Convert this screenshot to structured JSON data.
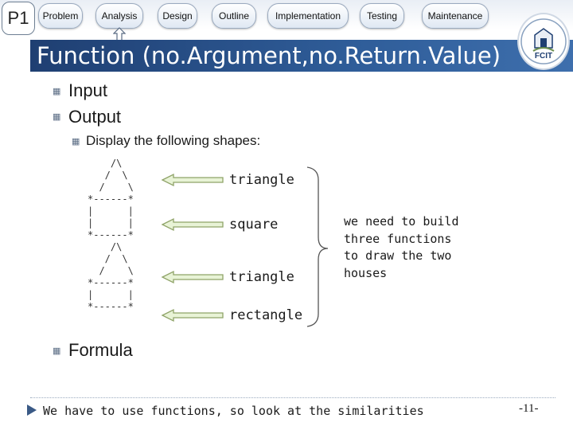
{
  "nav": {
    "badge": "P1",
    "tabs": [
      {
        "label": "Problem"
      },
      {
        "label": "Analysis"
      },
      {
        "label": "Design"
      },
      {
        "label": "Outline"
      },
      {
        "label": "Implementation"
      },
      {
        "label": "Testing"
      },
      {
        "label": "Maintenance"
      }
    ],
    "current_marker_icon": "up-arrow-icon"
  },
  "slide": {
    "title": "Function (no.Argument,no.Return.Value)",
    "logo_text": "FCIT",
    "bullets": {
      "input": "Input",
      "output": "Output",
      "display": "Display the following shapes:",
      "formula": "Formula"
    },
    "ascii_art": "    /\\\n   /  \\\n  /    \\\n*------*\n|      |\n|      |\n*------*\n    /\\\n   /  \\\n  /    \\\n*------*\n|      |\n*------*",
    "shape_labels": [
      "triangle",
      "square",
      "triangle",
      "rectangle"
    ],
    "note": "we need to build three functions to draw the two houses",
    "footer": "We have to use functions, so look at the similarities",
    "page_number": "-11-"
  },
  "colors": {
    "title_bar": "#2f5d99",
    "arrow_fill": "#e8f3d6",
    "arrow_stroke": "#8fa368",
    "brace": "#555555"
  }
}
